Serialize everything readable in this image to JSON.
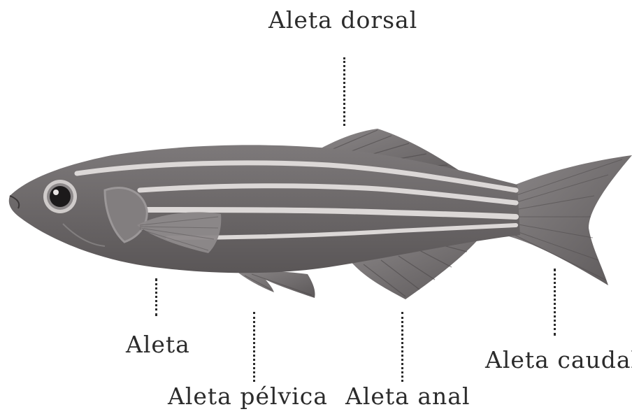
{
  "labels": {
    "dorsal": "Aleta dorsal",
    "pectoral": "Aleta",
    "pelvic": "Aleta pélvica",
    "anal": "Aleta anal",
    "caudal": "Aleta caudal"
  },
  "colors": {
    "body": "#6e6a6b",
    "body_dark": "#5d595a",
    "stripe": "#d8d4d3",
    "fin": "#7a7677",
    "label": "#2b2b2b"
  }
}
